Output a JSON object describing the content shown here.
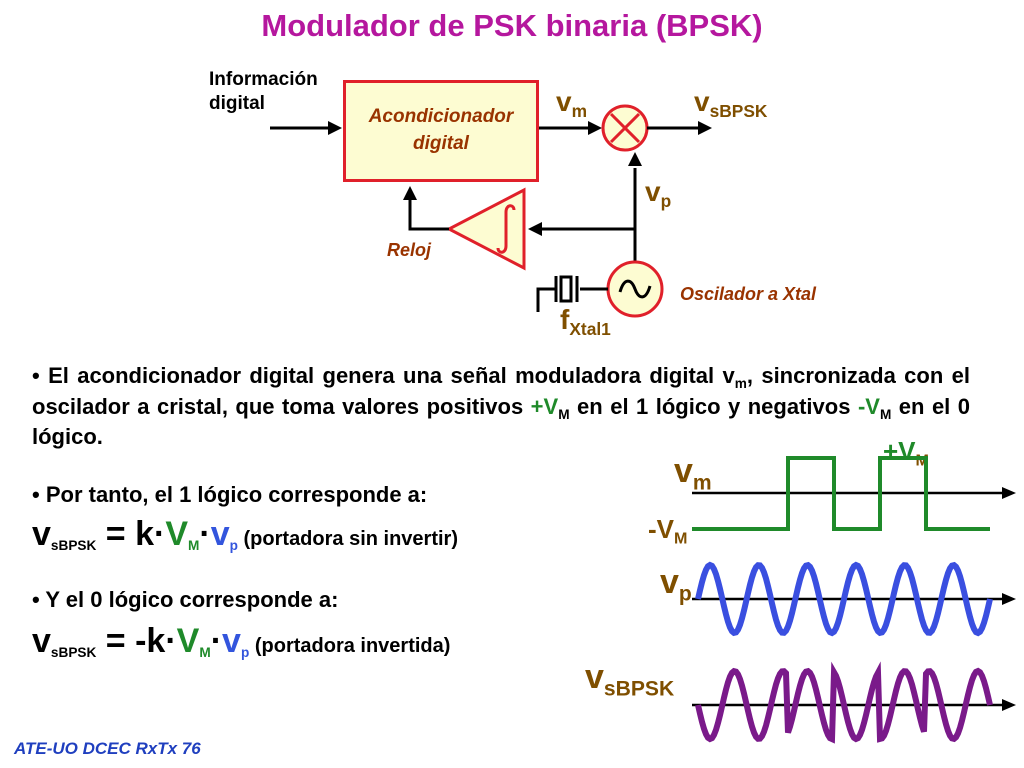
{
  "title": "Modulador de PSK binaria (BPSK)",
  "diagram": {
    "input_label_line1": "Información",
    "input_label_line2": "digital",
    "conditioner_line1": "Acondicionador",
    "conditioner_line2": "digital",
    "clock_label": "Reloj",
    "oscillator_label": "Oscilador a Xtal",
    "vm": {
      "main": "v",
      "sub": "m"
    },
    "vp": {
      "main": "v",
      "sub": "p"
    },
    "vsbpsk": {
      "main": "v",
      "sub": "sBPSK"
    },
    "fxtal": {
      "main": "f",
      "sub": "Xtal1"
    }
  },
  "bullets": {
    "b1_text": "El acondicionador digital genera una señal moduladora digital v",
    "b1_sub_m": "m",
    "b1_text2": ", sincronizada con el oscilador a cristal, que toma valores positivos ",
    "b1_plus": "+V",
    "b1_sub_M1": "M",
    "b1_text3": " en el 1 lógico y negativos ",
    "b1_minus": "-V",
    "b1_sub_M2": "M",
    "b1_text4": " en el 0 lógico.",
    "b2_text": "Por tanto, el  1 lógico corresponde a:",
    "b3_text": "Y el 0 lógico corresponde a:"
  },
  "equations": {
    "eq1_lhs": "v",
    "eq1_lhs_sub": "sBPSK",
    "eq1_eq": " = ",
    "eq1_k": "k·",
    "eq1_V": "V",
    "eq1_V_sub": "M",
    "eq1_dot": "·",
    "eq1_v": "v",
    "eq1_v_sub": "p",
    "eq1_note": " (portadora sin invertir)",
    "eq2_lhs": "v",
    "eq2_lhs_sub": "sBPSK",
    "eq2_eq": " = ",
    "eq2_k": "-k·",
    "eq2_V": "V",
    "eq2_V_sub": "M",
    "eq2_dot": "·",
    "eq2_v": "v",
    "eq2_v_sub": "p",
    "eq2_note": " (portadora invertida)"
  },
  "waveforms": {
    "vm_label": "v",
    "vm_sub": "m",
    "plus_vm": "+V",
    "plus_vm_sub": "M",
    "minus_vm": "-V",
    "minus_vm_sub": "M",
    "vp_label": "v",
    "vp_sub": "p",
    "vs_label": "v",
    "vs_sub": "sBPSK",
    "bits": [
      0,
      1,
      0,
      1,
      0
    ],
    "colors": {
      "digital": "#1f8a2a",
      "carrier": "#3a4fe0",
      "bpsk": "#7a1a8a"
    }
  },
  "footer": "ATE-UO DCEC RxTx 76"
}
